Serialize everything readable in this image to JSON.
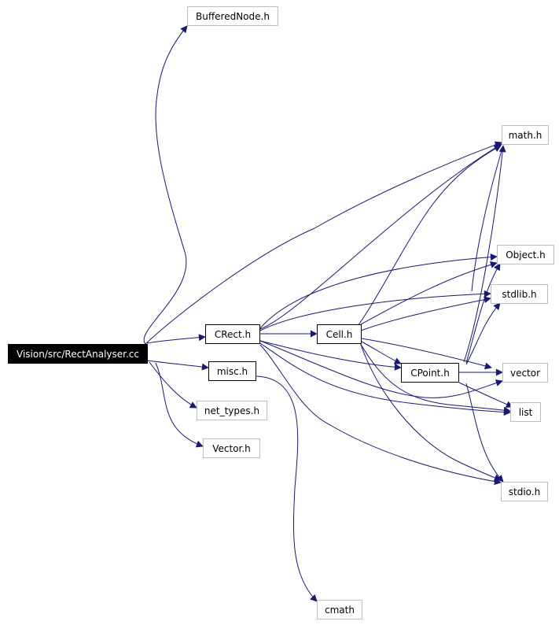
{
  "graph": {
    "edge_color": "#191970",
    "nodes": {
      "root": "Vision/src/RectAnalyser.cc",
      "buffered": "BufferedNode.h",
      "math": "math.h",
      "object": "Object.h",
      "stdlib": "stdlib.h",
      "crect": "CRect.h",
      "cell": "Cell.h",
      "cpoint": "CPoint.h",
      "vector": "vector",
      "misc": "misc.h",
      "list": "list",
      "nettypes": "net_types.h",
      "vectorh": "Vector.h",
      "stdio": "stdio.h",
      "cmath": "cmath"
    }
  }
}
